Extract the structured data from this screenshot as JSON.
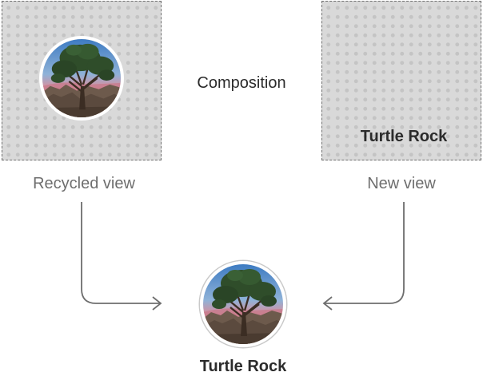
{
  "recycled_view": {
    "label": "Recycled view",
    "image_icon": "tree-landscape-photo"
  },
  "new_view": {
    "label": "New view",
    "title": "Turtle Rock"
  },
  "composition": {
    "label": "Composition"
  },
  "result": {
    "title": "Turtle Rock",
    "image_icon": "tree-landscape-photo"
  },
  "colors": {
    "box_fill": "#d9d9d9",
    "box_dots": "#c4c4c4",
    "box_border": "#6f6f6f",
    "arrow": "#6e6e6e",
    "label_text": "#6e6e6e",
    "title_text": "#2b2b2b"
  }
}
